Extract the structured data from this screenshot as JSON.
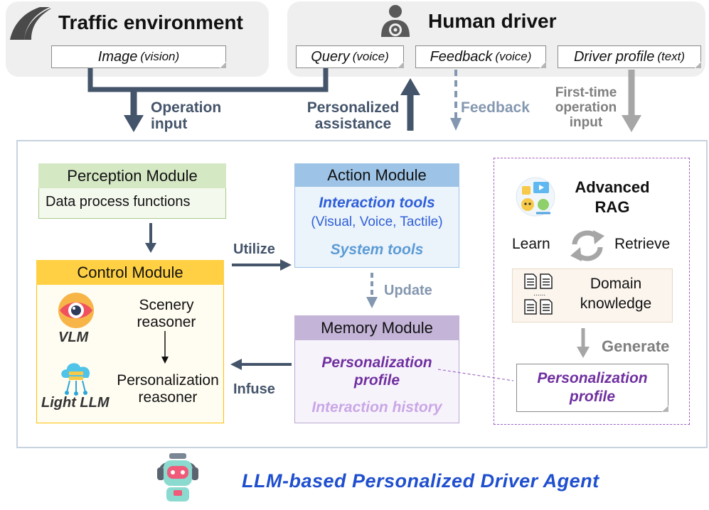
{
  "traffic": {
    "title": "Traffic environment",
    "image_label": "Image",
    "image_note": "(vision)"
  },
  "human": {
    "title": "Human driver",
    "query_label": "Query",
    "query_note": "(voice)",
    "feedback_label": "Feedback",
    "feedback_note": "(voice)",
    "profile_label": "Driver profile",
    "profile_note": "(text)"
  },
  "arrows": {
    "operation_input": [
      "Operation",
      "input"
    ],
    "personalized_assistance": [
      "Personalized",
      "assistance"
    ],
    "feedback": "Feedback",
    "first_time": [
      "First-time",
      "operation",
      "input"
    ],
    "utilize": "Utilize",
    "update": "Update",
    "infuse": "Infuse",
    "generate": "Generate"
  },
  "perception": {
    "title": "Perception Module",
    "body": "Data process functions"
  },
  "action": {
    "title": "Action Module",
    "interaction_tools": "Interaction tools",
    "interaction_sub": "(Visual, Voice, Tactile)",
    "system_tools": "System tools"
  },
  "control": {
    "title": "Control Module",
    "vlm": "VLM",
    "light_llm": "Light LLM",
    "scenery": [
      "Scenery",
      "reasoner"
    ],
    "personalization": [
      "Personalization",
      "reasoner"
    ]
  },
  "memory": {
    "title": "Memory Module",
    "profile": [
      "Personalization",
      "profile"
    ],
    "history": "Interaction history"
  },
  "rag": {
    "title": [
      "Advanced",
      "RAG"
    ],
    "learn": "Learn",
    "retrieve": "Retrieve",
    "domain": [
      "Domain",
      "knowledge"
    ],
    "output_profile": [
      "Personalization",
      "profile"
    ]
  },
  "footer": {
    "title": "LLM-based Personalized Driver Agent"
  },
  "colors": {
    "arrow_dark": "#44546a",
    "arrow_light": "#8497b0",
    "perception_green": "#d5e8c4",
    "action_blue": "#9dc3e6",
    "control_yellow": "#ffd043",
    "memory_purple": "#c3b4d8",
    "purple_text": "#7030a0",
    "blue_text": "#2e5fd8",
    "footer_blue": "#1f4fcf"
  }
}
